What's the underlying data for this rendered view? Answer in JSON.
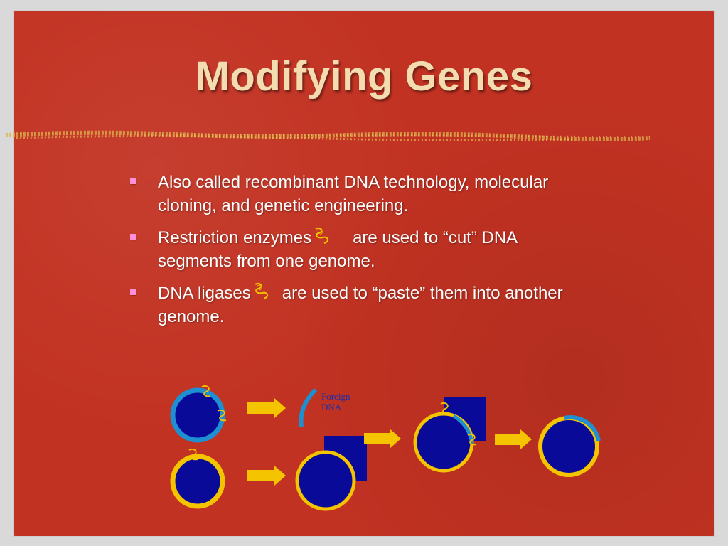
{
  "slide": {
    "title": "Modifying Genes",
    "bullets": [
      {
        "text_a": "Also called recombinant DNA technology, molecular cloning, and genetic engineering.",
        "text_b": ""
      },
      {
        "text_a": "Restriction enzymes",
        "text_b": "are used to “cut” DNA segments from one genome."
      },
      {
        "text_a": "DNA ligases",
        "text_b": "are used to “paste” them into another genome."
      }
    ]
  },
  "diagram": {
    "foreign_label_1": "Foreign",
    "foreign_label_2": "DNA"
  },
  "colors": {
    "background": "#c23222",
    "title": "#f2dcb0",
    "bullet": "#ff8fd8",
    "cell_fill": "#0a0a99",
    "ring_blue": "#1e8fd0",
    "ring_yellow": "#f5c400",
    "arrow": "#f5c400"
  }
}
